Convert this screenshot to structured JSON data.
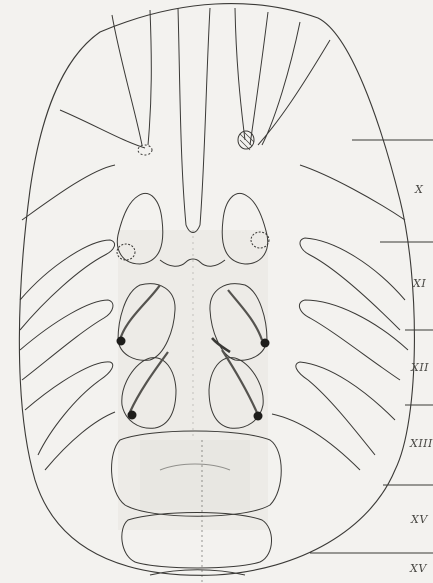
{
  "figure": {
    "labels": [
      "X",
      "XI",
      "XII",
      "XIII",
      "XV",
      "XV"
    ],
    "colors": {
      "ink": "#3a3936",
      "paper": "#f3f2ef",
      "shade": "#d9d6cf"
    }
  }
}
